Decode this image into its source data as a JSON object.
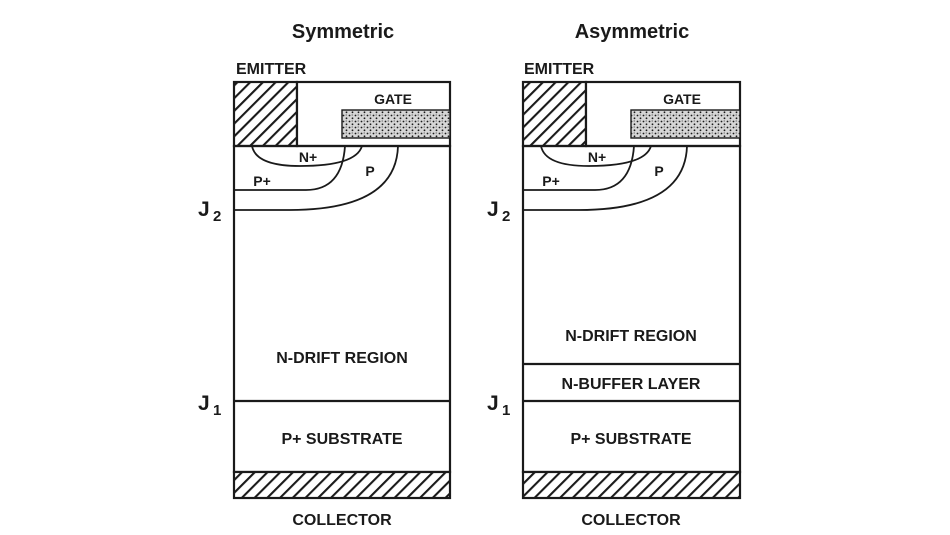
{
  "diagrams": [
    {
      "title": "Symmetric",
      "emitter": "EMITTER",
      "gate": "GATE",
      "n_plus": "N+",
      "p": "P",
      "p_plus": "P+",
      "j2_main": "J",
      "j2_sub": "2",
      "drift": "N-DRIFT REGION",
      "j1_main": "J",
      "j1_sub": "1",
      "substrate": "P+ SUBSTRATE",
      "collector": "COLLECTOR"
    },
    {
      "title": "Asymmetric",
      "emitter": "EMITTER",
      "gate": "GATE",
      "n_plus": "N+",
      "p": "P",
      "p_plus": "P+",
      "j2_main": "J",
      "j2_sub": "2",
      "drift": "N-DRIFT REGION",
      "buffer": "N-BUFFER LAYER",
      "j1_main": "J",
      "j1_sub": "1",
      "substrate": "P+ SUBSTRATE",
      "collector": "COLLECTOR"
    }
  ],
  "colors": {
    "ink": "#1a1a1a",
    "background": "#ffffff",
    "gate_fill": "#d6d6d6"
  }
}
